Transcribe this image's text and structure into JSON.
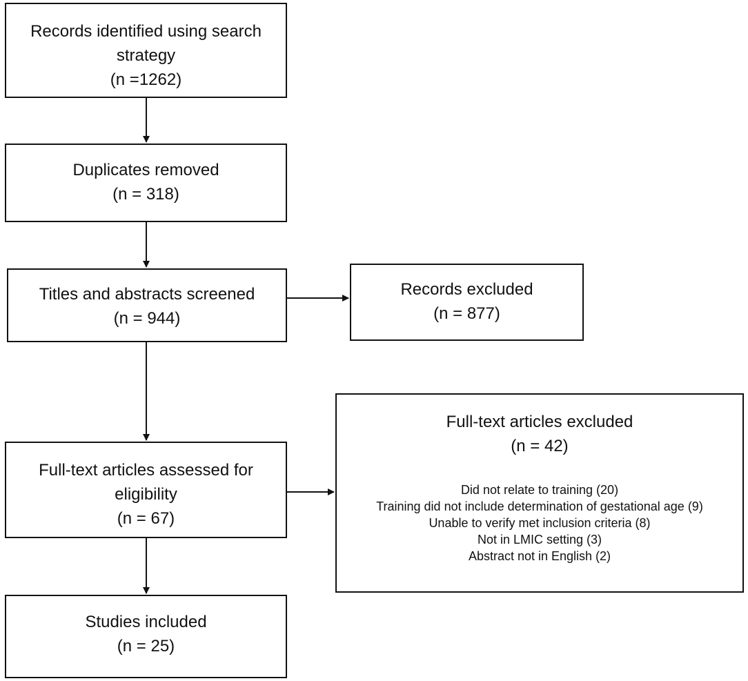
{
  "boxes": {
    "records_identified": {
      "label": "Records identified using search strategy",
      "n": "(n =1262)"
    },
    "duplicates_removed": {
      "label": "Duplicates removed",
      "n": "(n = 318)"
    },
    "screened": {
      "label": "Titles and abstracts screened",
      "n": "(n = 944)"
    },
    "records_excluded": {
      "label": "Records excluded",
      "n": "(n = 877)"
    },
    "full_text_assessed": {
      "label": "Full-text articles assessed for eligibility",
      "n": "(n = 67)"
    },
    "full_text_excluded": {
      "label": "Full-text articles excluded",
      "n": "(n = 42)",
      "reasons": [
        "Did not relate to training (20)",
        "Training did not include determination of gestational age (9)",
        "Unable to verify met inclusion criteria (8)",
        "Not in LMIC setting (3)",
        "Abstract not in English (2)"
      ]
    },
    "studies_included": {
      "label": "Studies included",
      "n": "(n = 25)"
    }
  }
}
